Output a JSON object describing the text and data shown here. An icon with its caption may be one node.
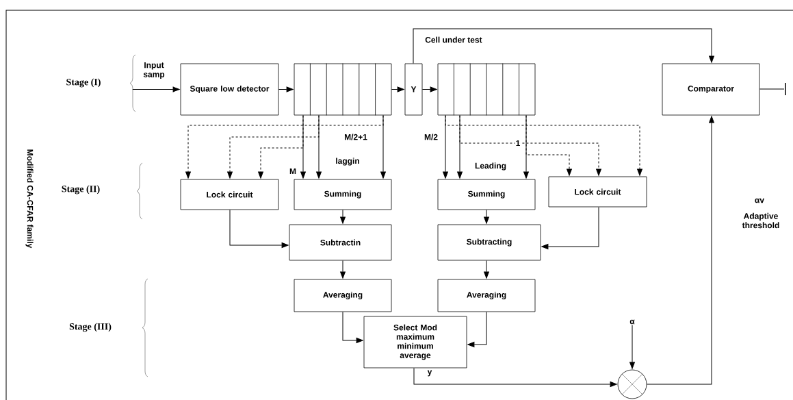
{
  "diagram": {
    "nodes": [
      {
        "text": [
          "Input samp"
        ]
      },
      {
        "text": [
          "Square low detector"
        ]
      },
      {
        "text": [],
        "shape": "box"
      },
      {
        "text": [
          "Y"
        ]
      },
      {
        "text": [],
        "shape": "box"
      },
      {
        "text": [
          "Comparator"
        ]
      },
      {
        "text": [
          "Lock circuit"
        ]
      },
      {
        "text": [
          "Summing"
        ]
      },
      {
        "text": [
          "Summing"
        ]
      },
      {
        "text": [
          "Lock circuit"
        ]
      },
      {
        "text": [
          "Subtractin"
        ]
      },
      {
        "text": [
          "Subtracting"
        ]
      },
      {
        "text": [
          "Averaging"
        ]
      },
      {
        "text": [
          "Averaging"
        ]
      },
      {
        "text": [
          "Select Mod maximum minimum average"
        ]
      },
      {
        "text": [],
        "shape": "circle"
      },
      {
        "text": [
          "α"
        ]
      }
    ],
    "edges": [
      {
        "from": 0,
        "to": 1,
        "arrow": "to"
      },
      {
        "from": 1,
        "to": 2,
        "arrow": "to"
      },
      {
        "from": 2,
        "to": 3,
        "arrow": "to"
      },
      {
        "from": 3,
        "to": 4,
        "arrow": "to"
      },
      {
        "from": 3,
        "to": 5,
        "arrow": "to",
        "label": "Cell under test"
      },
      {
        "from": 2,
        "to": 7,
        "arrow": "to"
      },
      {
        "from": 2,
        "to": 7,
        "arrow": "to"
      },
      {
        "from": 2,
        "to": 7,
        "arrow": "to"
      },
      {
        "from": 2,
        "to": 6,
        "arrow": "to",
        "style": "dashed"
      },
      {
        "from": 2,
        "to": 6,
        "arrow": "to",
        "style": "dashed"
      },
      {
        "from": 2,
        "to": 6,
        "arrow": "to",
        "style": "dashed"
      },
      {
        "from": 4,
        "to": 8,
        "arrow": "to"
      },
      {
        "from": 4,
        "to": 8,
        "arrow": "to"
      },
      {
        "from": 4,
        "to": 8,
        "arrow": "to"
      },
      {
        "from": 4,
        "to": 9,
        "arrow": "to",
        "style": "dashed"
      },
      {
        "from": 4,
        "to": 9,
        "arrow": "to",
        "style": "dashed"
      },
      {
        "from": 4,
        "to": 9,
        "arrow": "to",
        "style": "dashed"
      },
      {
        "from": 6,
        "to": 10,
        "arrow": "to"
      },
      {
        "from": 7,
        "to": 10,
        "arrow": "to"
      },
      {
        "from": 8,
        "to": 11,
        "arrow": "to"
      },
      {
        "from": 9,
        "to": 11,
        "arrow": "to"
      },
      {
        "from": 10,
        "to": 12,
        "arrow": "to"
      },
      {
        "from": 11,
        "to": 13,
        "arrow": "to"
      },
      {
        "from": 12,
        "to": 14,
        "arrow": "to"
      },
      {
        "from": 13,
        "to": 14,
        "arrow": "to"
      },
      {
        "from": 14,
        "to": 15,
        "arrow": "to",
        "label": "y"
      },
      {
        "from": 16,
        "to": 15,
        "arrow": "to"
      },
      {
        "from": 15,
        "to": 5,
        "arrow": "to"
      },
      {
        "from": 5,
        "to": null,
        "arrow": "none"
      }
    ],
    "labels": [
      "Modified CA-CFAR family",
      "Stage (I)",
      "Stage (II)",
      "Stage (III)",
      "M/2+1",
      "M/2",
      "1",
      "M",
      "laggin",
      "Leading",
      "αv",
      "Adaptive threshold"
    ]
  }
}
